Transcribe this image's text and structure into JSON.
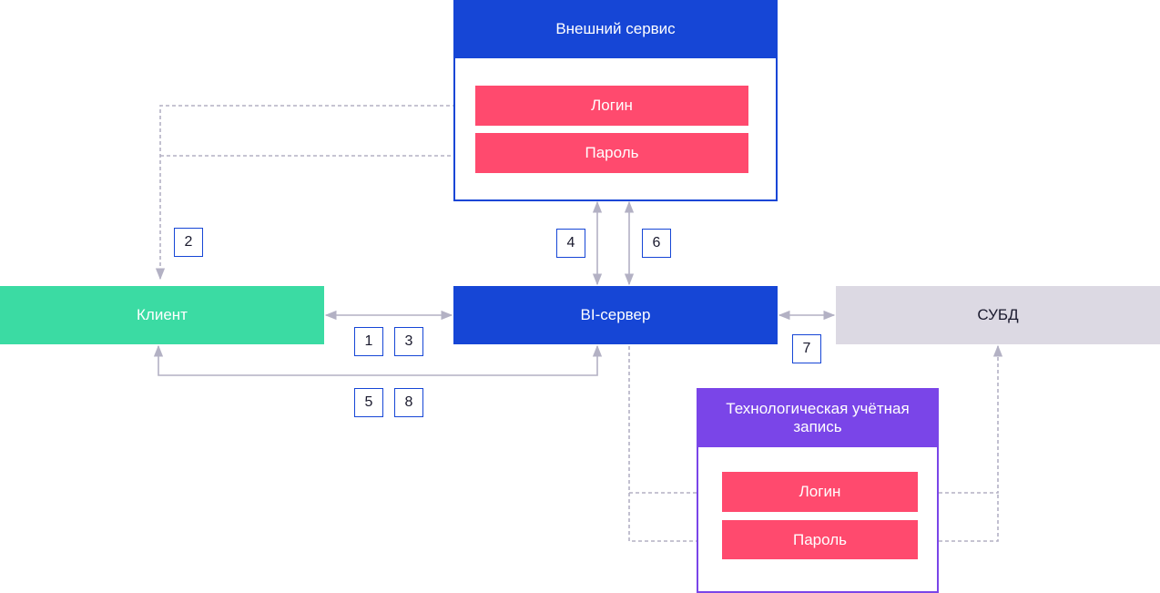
{
  "external_service": {
    "title": "Внешний сервис",
    "login": "Логин",
    "password": "Пароль"
  },
  "client": {
    "label": "Клиент"
  },
  "bi_server": {
    "label": "BI-сервер"
  },
  "dbms": {
    "label": "СУБД"
  },
  "tech_account": {
    "title": "Технологическая учётная запись",
    "login": "Логин",
    "password": "Пароль"
  },
  "steps": {
    "s1": "1",
    "s2": "2",
    "s3": "3",
    "s4": "4",
    "s5": "5",
    "s6": "6",
    "s7": "7",
    "s8": "8"
  },
  "colors": {
    "blue": "#1646d6",
    "pink": "#ff4a6e",
    "green": "#3bdba3",
    "gray": "#dcd9e3",
    "purple": "#7a45e8",
    "connector": "#b3b1c4"
  }
}
